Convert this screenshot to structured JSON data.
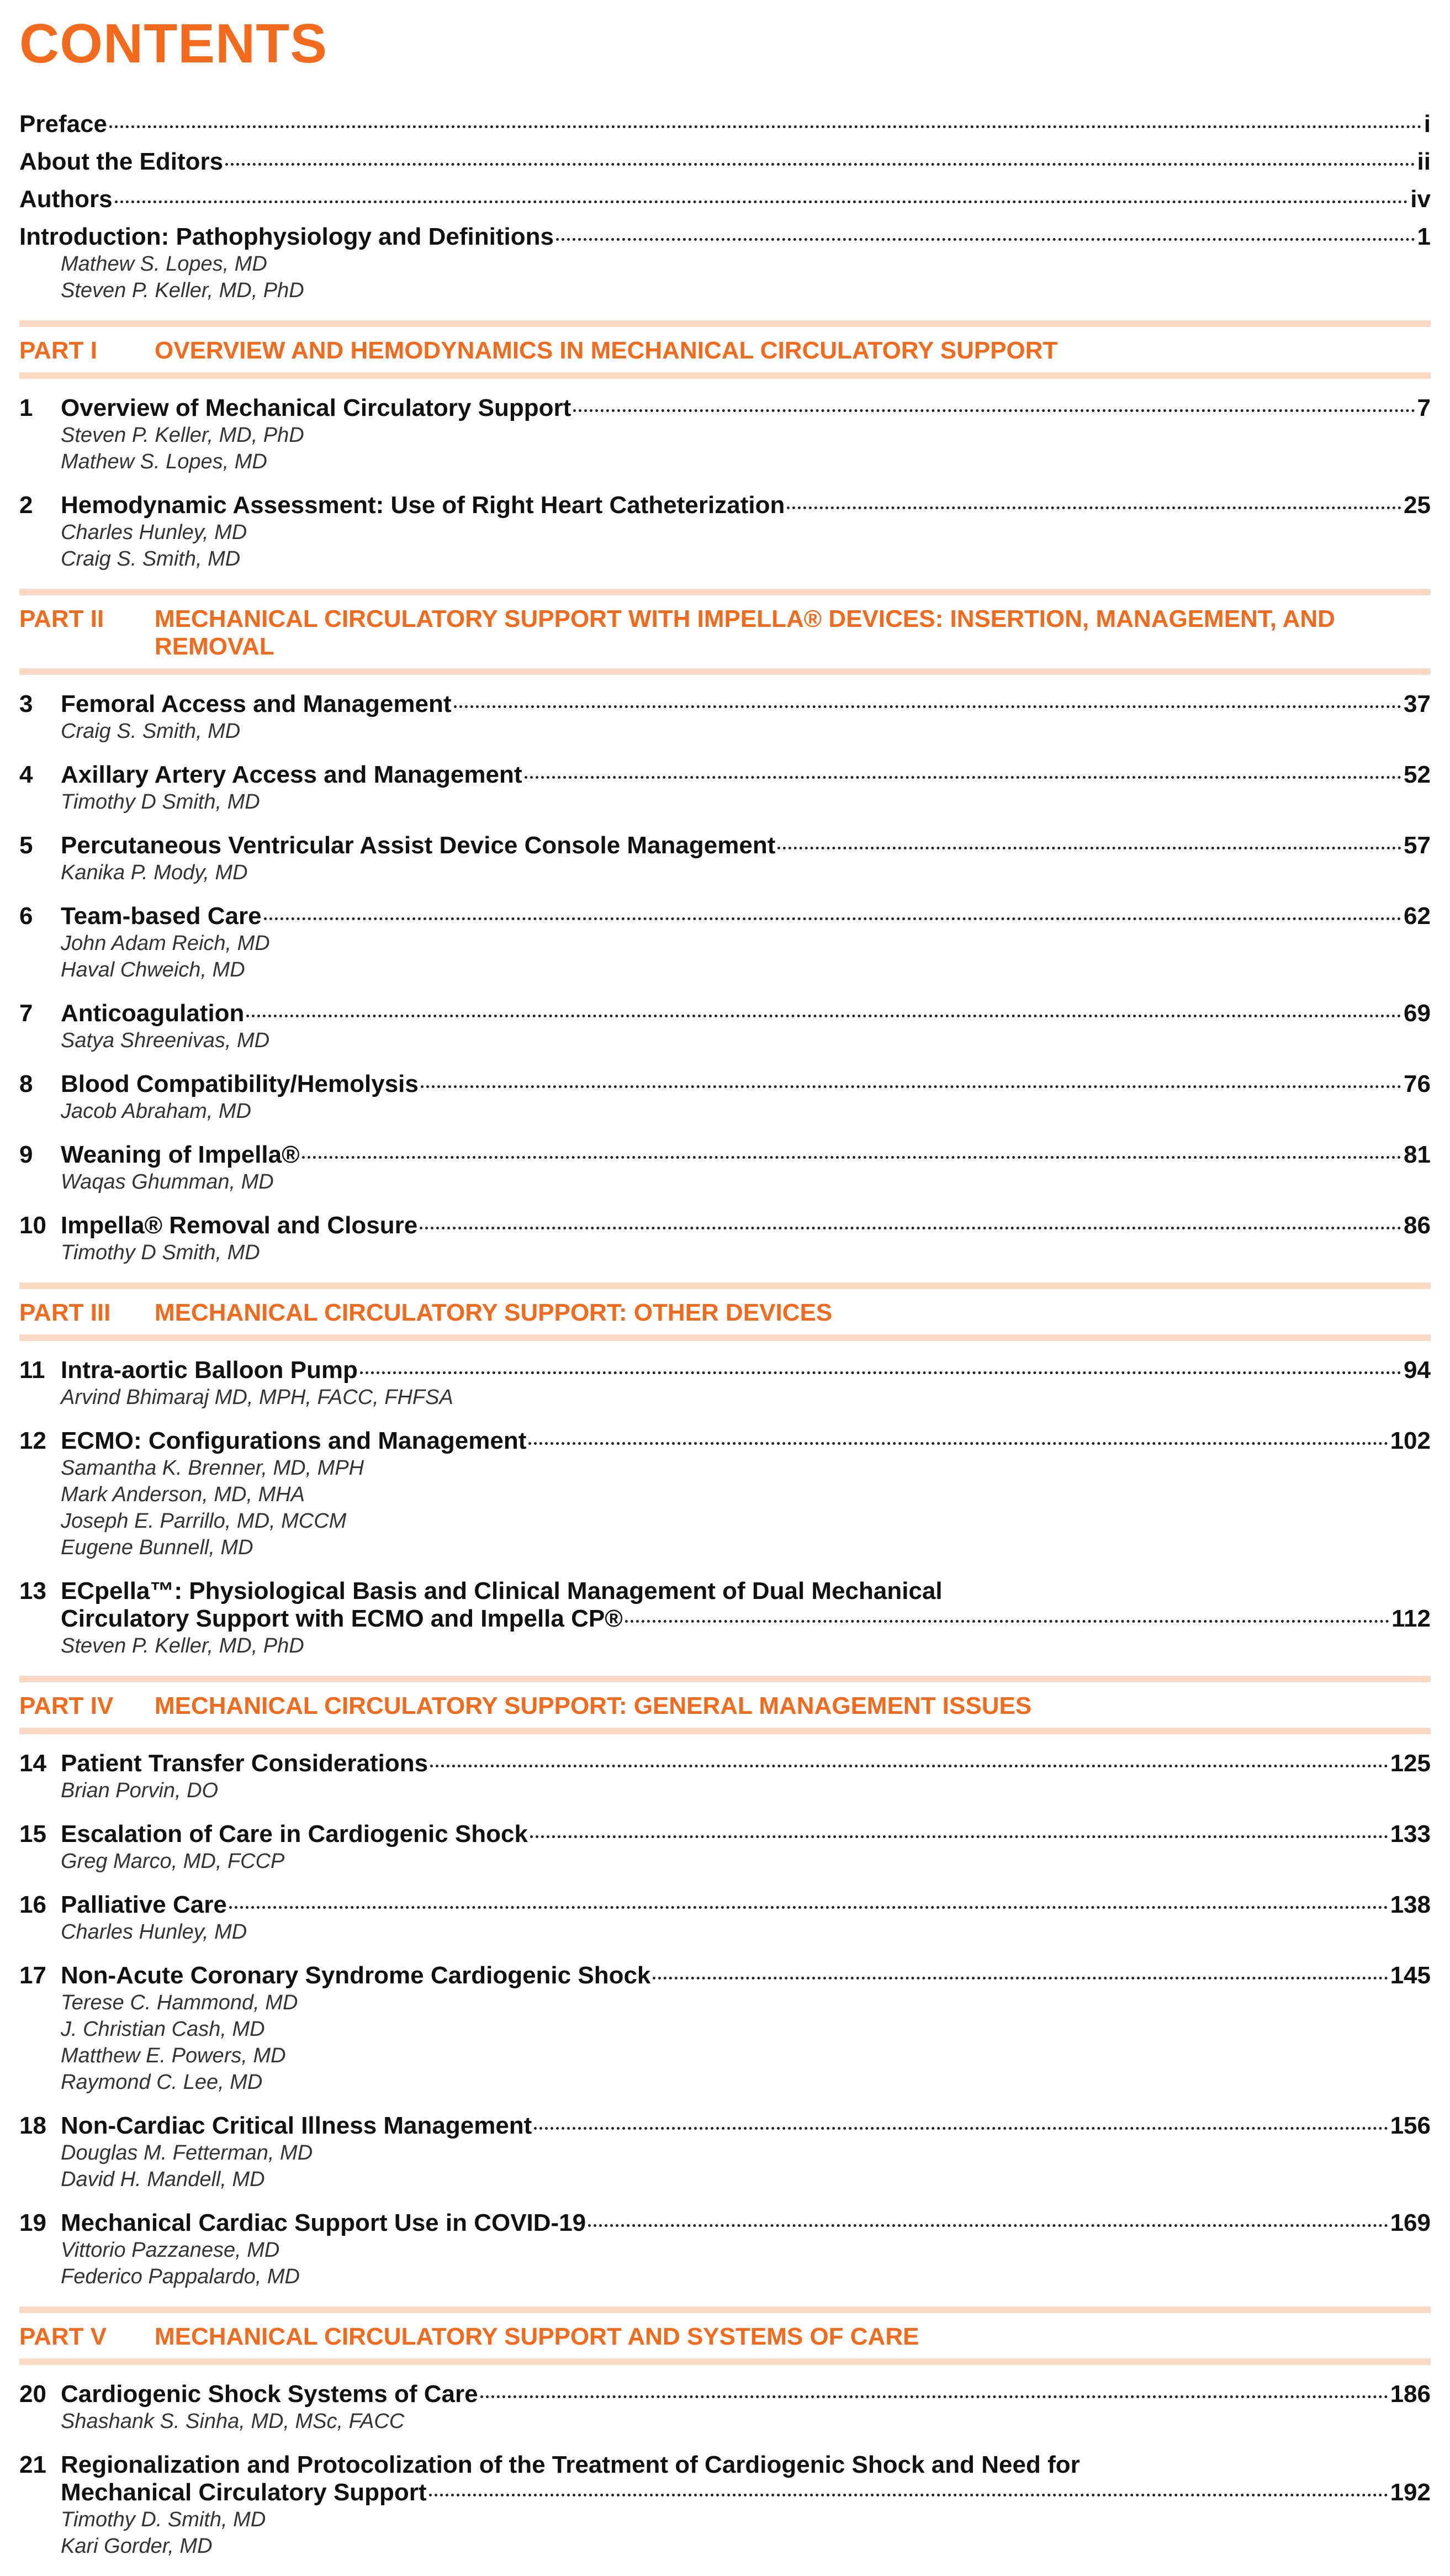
{
  "title": "CONTENTS",
  "front_matter": [
    {
      "title": "Preface",
      "page": "i",
      "authors": []
    },
    {
      "title": "About the Editors",
      "page": "ii",
      "authors": []
    },
    {
      "title": "Authors",
      "page": "iv",
      "authors": []
    },
    {
      "title": "Introduction: Pathophysiology and Definitions",
      "page": "1",
      "authors": [
        "Mathew S. Lopes, MD",
        "Steven P. Keller, MD, PhD"
      ]
    }
  ],
  "parts": [
    {
      "label": "PART I",
      "title": "OVERVIEW AND HEMODYNAMICS IN MECHANICAL CIRCULATORY SUPPORT",
      "chapters": [
        {
          "num": "1",
          "title": "Overview of Mechanical Circulatory Support",
          "page": "7",
          "authors": [
            "Steven P. Keller, MD, PhD",
            "Mathew S. Lopes, MD"
          ]
        },
        {
          "num": "2",
          "title": "Hemodynamic Assessment: Use of Right Heart Catheterization",
          "page": "25",
          "authors": [
            "Charles Hunley, MD",
            "Craig S. Smith, MD"
          ]
        }
      ]
    },
    {
      "label": "PART II",
      "title": "MECHANICAL CIRCULATORY SUPPORT WITH IMPELLA® DEVICES: INSERTION, MANAGEMENT, AND REMOVAL",
      "chapters": [
        {
          "num": "3",
          "title": "Femoral Access and Management",
          "page": "37",
          "authors": [
            "Craig S. Smith, MD"
          ]
        },
        {
          "num": "4",
          "title": "Axillary Artery Access and Management",
          "page": "52",
          "authors": [
            "Timothy D Smith, MD"
          ]
        },
        {
          "num": "5",
          "title": "Percutaneous Ventricular Assist Device Console Management",
          "page": "57",
          "authors": [
            "Kanika P. Mody, MD"
          ]
        },
        {
          "num": "6",
          "title": "Team-based Care",
          "page": "62",
          "authors": [
            "John Adam Reich, MD",
            "Haval Chweich, MD"
          ]
        },
        {
          "num": "7",
          "title": "Anticoagulation",
          "page": "69",
          "authors": [
            "Satya Shreenivas, MD"
          ]
        },
        {
          "num": "8",
          "title": "Blood Compatibility/Hemolysis",
          "page": "76",
          "authors": [
            "Jacob Abraham, MD"
          ]
        },
        {
          "num": "9",
          "title": "Weaning of Impella®",
          "page": "81",
          "authors": [
            "Waqas Ghumman, MD"
          ]
        },
        {
          "num": "10",
          "title": "Impella® Removal and Closure",
          "page": "86",
          "authors": [
            "Timothy D Smith, MD"
          ]
        }
      ]
    },
    {
      "label": "PART III",
      "title": "MECHANICAL CIRCULATORY SUPPORT: OTHER DEVICES",
      "chapters": [
        {
          "num": "11",
          "title": "Intra-aortic Balloon Pump",
          "page": "94",
          "authors": [
            "Arvind Bhimaraj MD, MPH, FACC, FHFSA"
          ]
        },
        {
          "num": "12",
          "title": "ECMO: Configurations and Management",
          "page": "102",
          "authors": [
            "Samantha K. Brenner, MD, MPH",
            "Mark Anderson, MD, MHA",
            "Joseph E. Parrillo, MD, MCCM",
            "Eugene Bunnell, MD"
          ]
        },
        {
          "num": "13",
          "title_lines": [
            "ECpella™: Physiological Basis and Clinical Management of Dual Mechanical",
            "Circulatory Support with ECMO and Impella CP®"
          ],
          "page": "112",
          "authors": [
            "Steven P. Keller, MD, PhD"
          ]
        }
      ]
    },
    {
      "label": "PART IV",
      "title": "MECHANICAL CIRCULATORY SUPPORT: GENERAL MANAGEMENT ISSUES",
      "chapters": [
        {
          "num": "14",
          "title": "Patient Transfer Considerations",
          "page": "125",
          "authors": [
            "Brian Porvin, DO"
          ]
        },
        {
          "num": "15",
          "title": "Escalation of Care in Cardiogenic Shock",
          "page": "133",
          "authors": [
            "Greg Marco, MD, FCCP"
          ]
        },
        {
          "num": "16",
          "title": "Palliative Care",
          "page": "138",
          "authors": [
            "Charles Hunley, MD"
          ]
        },
        {
          "num": "17",
          "title": "Non-Acute Coronary Syndrome Cardiogenic Shock",
          "page": "145",
          "authors": [
            "Terese C. Hammond, MD",
            "J. Christian Cash, MD",
            "Matthew E. Powers, MD",
            "Raymond C. Lee, MD"
          ]
        },
        {
          "num": "18",
          "title": "Non-Cardiac Critical Illness Management",
          "page": "156",
          "authors": [
            "Douglas M. Fetterman, MD",
            "David H. Mandell, MD"
          ]
        },
        {
          "num": "19",
          "title": "Mechanical Cardiac Support Use in COVID-19",
          "page": "169",
          "authors": [
            "Vittorio Pazzanese, MD",
            "Federico Pappalardo, MD"
          ]
        }
      ]
    },
    {
      "label": "PART V",
      "title": "MECHANICAL CIRCULATORY SUPPORT AND SYSTEMS OF CARE",
      "chapters": [
        {
          "num": "20",
          "title": "Cardiogenic Shock Systems of Care",
          "page": "186",
          "authors": [
            "Shashank S. Sinha, MD, MSc, FACC"
          ]
        },
        {
          "num": "21",
          "title_lines": [
            "Regionalization and Protocolization of the Treatment of Cardiogenic Shock and Need for",
            "Mechanical Circulatory Support"
          ],
          "page": "192",
          "authors": [
            "Timothy D. Smith, MD",
            "Kari Gorder, MD"
          ]
        }
      ]
    }
  ]
}
